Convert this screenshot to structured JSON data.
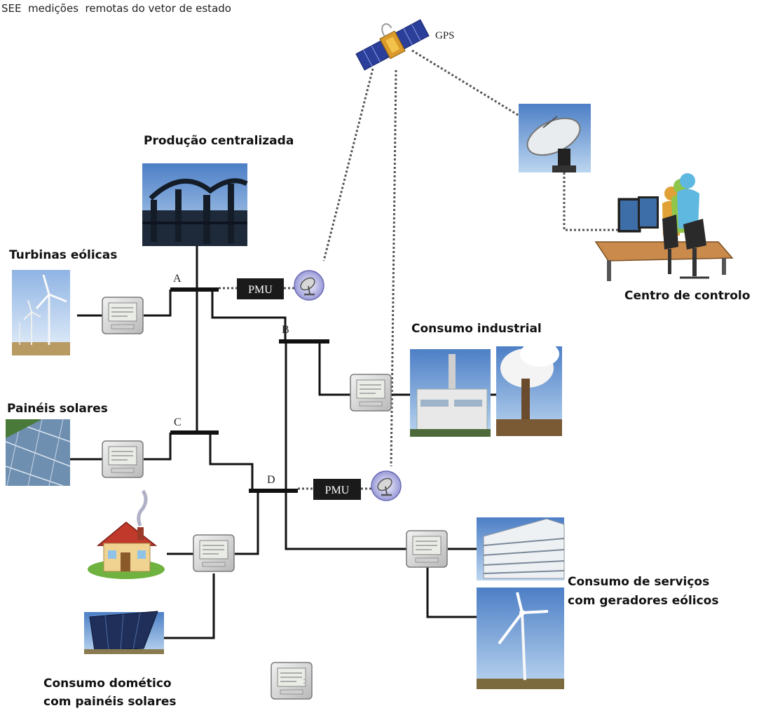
{
  "caption": "SEE  medições  remotas do vetor de estado",
  "labels": {
    "gps": "GPS",
    "producao_centralizada": "Produção centralizada",
    "turbinas_eolicas": "Turbinas eólicas",
    "paineis_solares": "Painéis solares",
    "centro_de_controlo": "Centro de controlo",
    "consumo_industrial": "Consumo industrial",
    "consumo_servicos_1": "Consumo de serviços",
    "consumo_servicos_2": "com geradores eólicos",
    "consumo_dometico_1": "Consumo domético",
    "consumo_dometico_2": "com painéis solares"
  },
  "buses": {
    "a": "A",
    "b": "B",
    "c": "C",
    "d": "D"
  },
  "pmu": {
    "label_1": "PMU",
    "label_2": "PMU"
  },
  "colors": {
    "line": "#111111",
    "pmu_box": "#1a1a1a",
    "comm_dotted": "#555555",
    "sky": "#6f9fd8"
  }
}
